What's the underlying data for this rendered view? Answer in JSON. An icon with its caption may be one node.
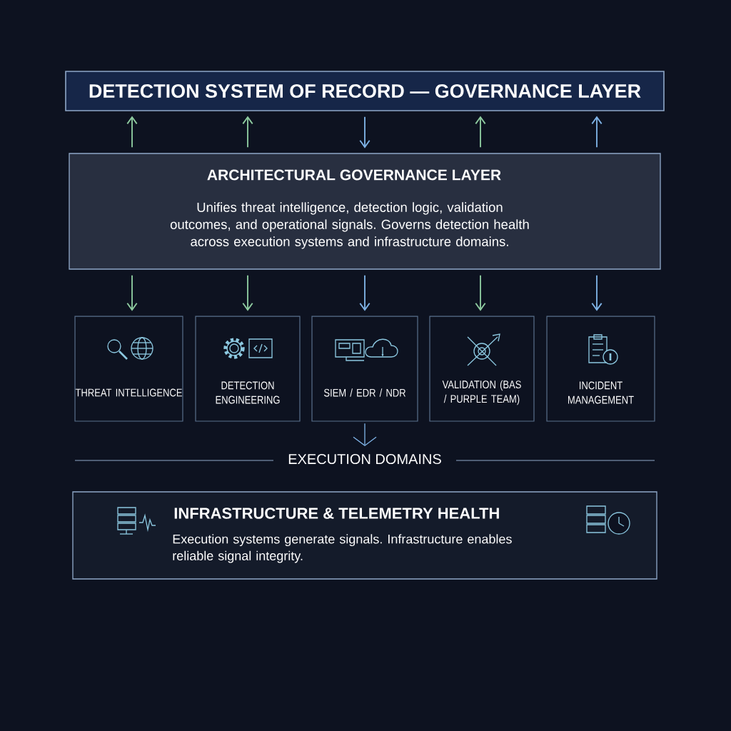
{
  "diagram": {
    "nodes": [
      {
        "text": [
          "DETECTION SYSTEM OF RECORD — GOVERNANCE LAYER"
        ]
      },
      {
        "text": [
          "ARCHITECTURAL GOVERNANCE LAYER",
          "Unifies threat intelligence, detection logic, validation outcomes, and operational signals. Governs detection health across execution systems and infrastructure domains."
        ]
      },
      {
        "text": [
          "THREAT INTELLIGENCE"
        ]
      },
      {
        "text": [
          "DETECTION ENGINEERING"
        ]
      },
      {
        "text": [
          "SIEM / EDR / NDR"
        ]
      },
      {
        "text": [
          "VALIDATION (BAS / PURPLE TEAM)"
        ]
      },
      {
        "text": [
          "INCIDENT MANAGEMENT"
        ]
      },
      {
        "text": [
          "EXECUTION DOMAINS"
        ]
      },
      {
        "text": [
          "INFRASTRUCTURE & TELEMETRY HEALTH",
          "Execution systems generate signals. Infrastructure enables reliable signal integrity."
        ]
      }
    ],
    "edges": [
      {
        "from": 1,
        "to": 0,
        "arrow": "to"
      },
      {
        "from": 1,
        "to": 0,
        "arrow": "to"
      },
      {
        "from": 0,
        "to": 1,
        "arrow": "to",
        "color": "#7fb3e6"
      },
      {
        "from": 1,
        "to": 0,
        "arrow": "to"
      },
      {
        "from": 1,
        "to": 0,
        "arrow": "to",
        "color": "#7fb3e6"
      },
      {
        "from": 1,
        "to": 2,
        "arrow": "to"
      },
      {
        "from": 1,
        "to": 3,
        "arrow": "to"
      },
      {
        "from": 1,
        "to": 4,
        "arrow": "to",
        "color": "#7fb3e6"
      },
      {
        "from": 1,
        "to": 5,
        "arrow": "to"
      },
      {
        "from": 1,
        "to": 6,
        "arrow": "to",
        "color": "#7fb3e6"
      },
      {
        "from": 4,
        "to": 7,
        "arrow": "to",
        "color": "#7fb3e6"
      }
    ]
  }
}
